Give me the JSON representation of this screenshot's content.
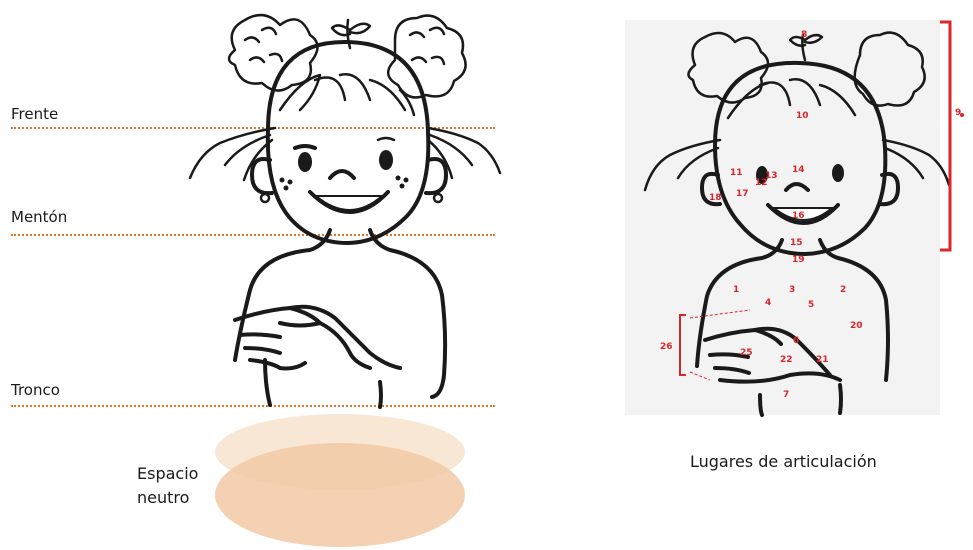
{
  "levels": {
    "forehead": "Frente",
    "chin": "Mentón",
    "trunk": "Tronco"
  },
  "neutral_space": {
    "line1": "Espacio",
    "line2": "neutro"
  },
  "caption": "Lugares de articulación",
  "point_numbers": [
    "8",
    "10",
    "11",
    "12",
    "13",
    "14",
    "15",
    "16",
    "17",
    "18",
    "19",
    "1",
    "2",
    "3",
    "4",
    "5",
    "6",
    "20",
    "21",
    "22",
    "7",
    "25",
    "26",
    "9"
  ],
  "colors": {
    "guide_line": "#d9772a",
    "neutral_space_fill": "#f2c9a4",
    "point_numbers": "#d8262a",
    "ink": "#1a1a1a"
  }
}
